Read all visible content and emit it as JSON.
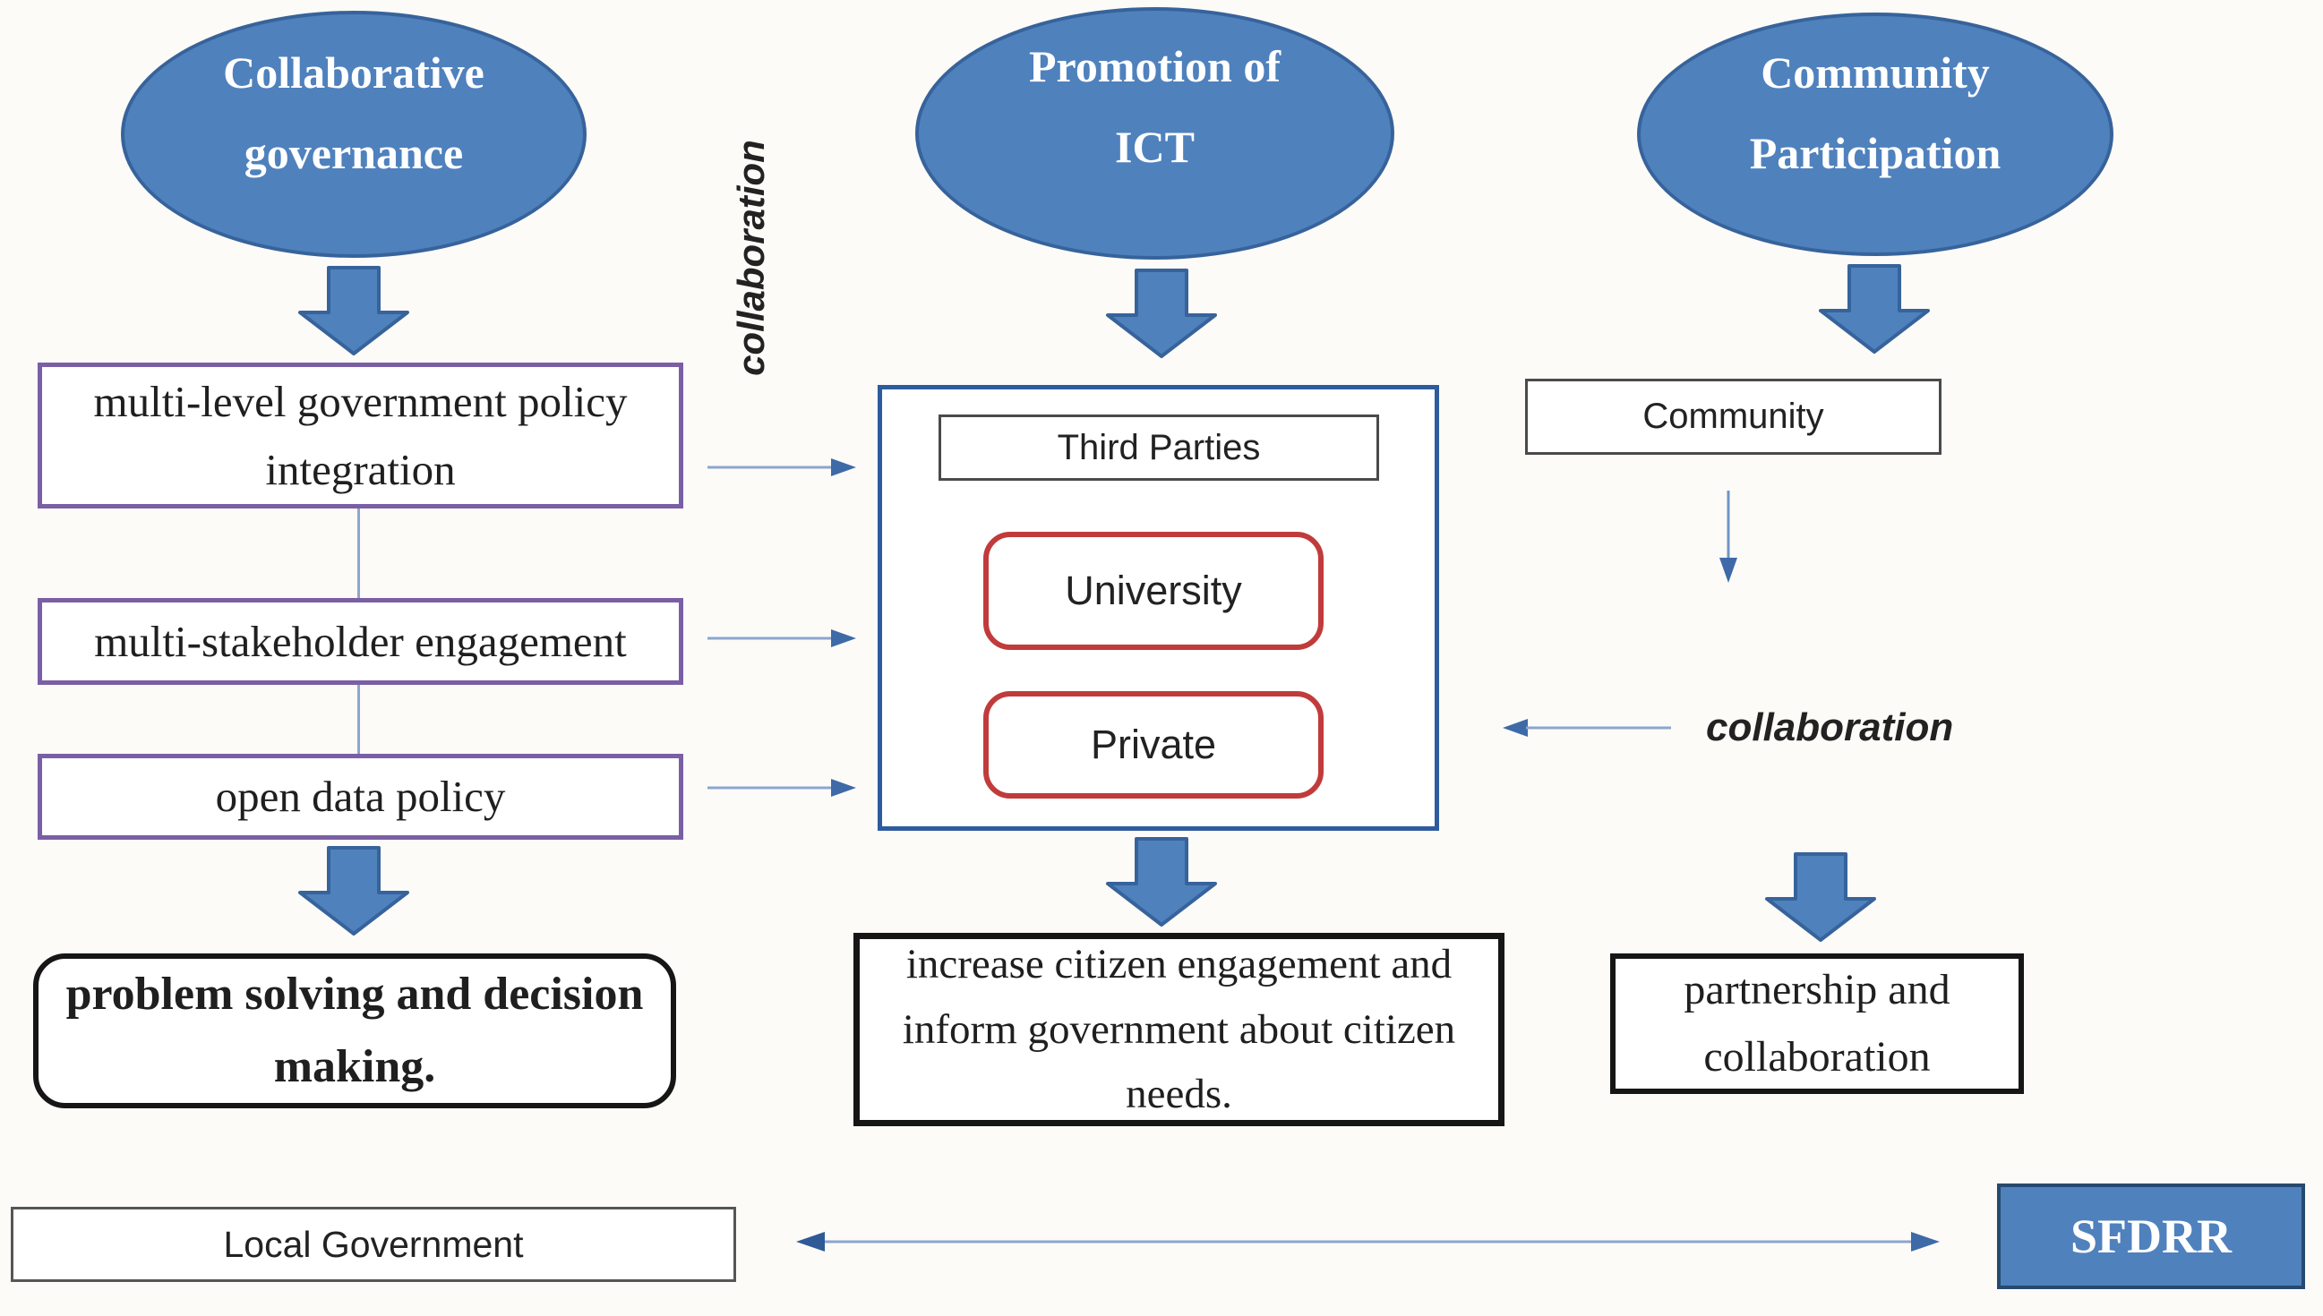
{
  "colors": {
    "node_blue": "#4f81bd",
    "node_blue_border": "#37639b",
    "container_border": "#2d5b9e",
    "purple_border": "#7a5fa5",
    "red_border": "#c13b3b",
    "black_border": "#161616",
    "gray_border": "#4a4a4a",
    "connector_line_blue": "#8aa7ce",
    "arrowhead_blue": "#3e6aa8",
    "text_white": "#ffffff",
    "text_dark": "#1f1f1f"
  },
  "governance": {
    "ellipse_line1": "Collaborative",
    "ellipse_line2": "governance",
    "box1_line1": "multi-level government policy",
    "box1_line2": "integration",
    "box2": "multi-stakeholder engagement",
    "box3": "open data policy",
    "outcome_line1": "problem solving and decision",
    "outcome_line2": "making."
  },
  "ict": {
    "ellipse_line1": "Promotion of",
    "ellipse_line2": "ICT",
    "third_parties": "Third Parties",
    "university": "University",
    "private": "Private",
    "outcome_line1": "increase citizen engagement and",
    "outcome_line2": "inform government about citizen",
    "outcome_line3": "needs."
  },
  "community": {
    "ellipse_line1": "Community",
    "ellipse_line2": "Participation",
    "box": "Community",
    "outcome_line1": "partnership and",
    "outcome_line2": "collaboration"
  },
  "labels": {
    "collaboration_vertical": "collaboration",
    "collaboration_side": "collaboration"
  },
  "footer": {
    "local_government": "Local Government",
    "sfdrr": "SFDRR"
  }
}
